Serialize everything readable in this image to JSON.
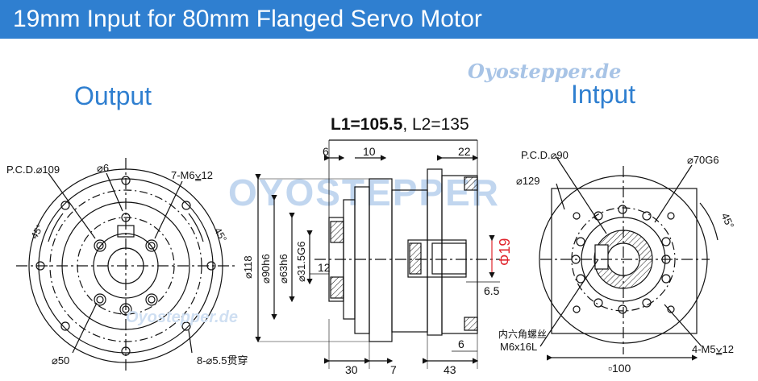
{
  "title": "19mm Input for 80mm Flanged Servo Motor",
  "labels": {
    "output": "Output",
    "input": "Intput"
  },
  "brand": {
    "top": "Oyostepper.de",
    "middle": "Oyostepper.de",
    "watermark": "OYOSTEPPER"
  },
  "lengths": {
    "l1": "L1=105.5",
    "l2": ", L2=135"
  },
  "output_dims": {
    "pcd": "P.C.D.⌀109",
    "hole6": "⌀6",
    "tap": "7-M6⩣12",
    "angle_left": "45°",
    "angle_right": "45°",
    "shaft": "⌀50",
    "holes": "8-⌀5.5贯穿"
  },
  "side_dims": {
    "d6": "6",
    "d10": "10",
    "d22": "22",
    "dia118": "⌀118",
    "dia90": "⌀90h6",
    "dia63": "⌀63h6",
    "dia31": "⌀31.5G6",
    "d12": "12",
    "dia19": "Φ19",
    "d65": "6.5",
    "d30": "30",
    "d7": "7",
    "d43": "43",
    "d6b": "6"
  },
  "input_dims": {
    "pcd": "P.C.D.⌀90",
    "dia70": "⌀70G6",
    "dia129": "⌀129",
    "angle": "45°",
    "screw_cn": "内六角螺丝",
    "screw": "M6x16L",
    "tap": "4-M5⩣12",
    "square": "▫100"
  },
  "colors": {
    "banner": "#2f7fd0",
    "label": "#2f7fd0",
    "dim_red": "#e0242c"
  }
}
